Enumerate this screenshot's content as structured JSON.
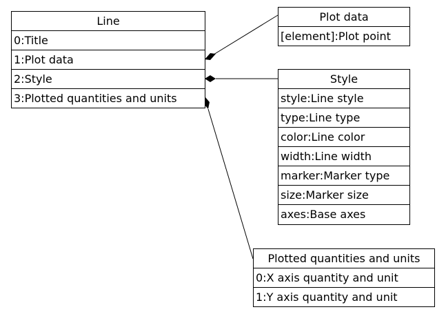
{
  "line_box": {
    "title": "Line",
    "rows": [
      "0:Title",
      "1:Plot data",
      "2:Style",
      "3:Plotted quantities and units"
    ]
  },
  "plot_data_box": {
    "title": "Plot data",
    "rows": [
      "[element]:Plot point"
    ]
  },
  "style_box": {
    "title": "Style",
    "rows": [
      "style:Line style",
      "type:Line type",
      "color:Line color",
      "width:Line width",
      "marker:Marker type",
      "size:Marker size",
      "axes:Base axes"
    ]
  },
  "quantities_box": {
    "title": "Plotted quantities and units",
    "rows": [
      "0:X axis quantity and unit",
      "1:Y axis quantity and unit"
    ]
  }
}
